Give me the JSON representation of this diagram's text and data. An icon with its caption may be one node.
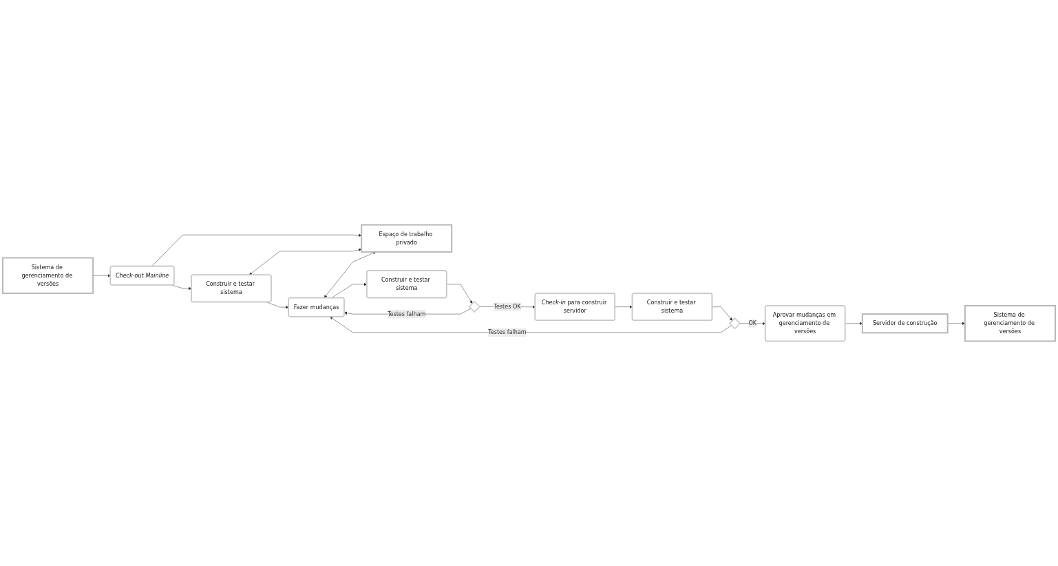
{
  "diagram": {
    "nodes": [
      {
        "text": [
          "Sistema de gerenciamento de versões"
        ]
      },
      {
        "text": [
          "Espaço de trabalho privado"
        ]
      },
      {
        "text": [
          "Check-out Mainline"
        ]
      },
      {
        "text": [
          "Construir e testar sistema"
        ]
      },
      {
        "text": [
          "Fazer mudanças"
        ]
      },
      {
        "text": [
          "Construir e testar sistema"
        ]
      },
      {
        "text": [],
        "shape": "diamond"
      },
      {
        "text": [
          "*Check-in* para construir servidor"
        ]
      },
      {
        "text": [
          "Construir e testar sistema"
        ]
      },
      {
        "text": [],
        "shape": "diamond"
      },
      {
        "text": [
          "Aprovar mudanças em gerenciamento de versões"
        ]
      },
      {
        "text": [
          "Servidor de construção"
        ]
      },
      {
        "text": [
          "Sistema de gerenciamento de versões"
        ]
      }
    ],
    "edges": [
      {
        "from": 0,
        "to": 2,
        "arrow": "to"
      },
      {
        "from": 2,
        "to": 1,
        "arrow": "to"
      },
      {
        "from": 2,
        "to": 3,
        "arrow": "to"
      },
      {
        "from": 3,
        "to": 1,
        "arrow": "both"
      },
      {
        "from": 4,
        "to": 1,
        "arrow": "both"
      },
      {
        "from": 3,
        "to": 4,
        "arrow": "to"
      },
      {
        "from": 4,
        "to": 5,
        "arrow": "to"
      },
      {
        "from": 5,
        "to": 6,
        "arrow": "to"
      },
      {
        "from": 6,
        "to": 4,
        "arrow": "to",
        "label": "Testes falham"
      },
      {
        "from": 6,
        "to": 7,
        "arrow": "to",
        "label": "Testes OK"
      },
      {
        "from": 7,
        "to": 8,
        "arrow": "to"
      },
      {
        "from": 8,
        "to": 9,
        "arrow": "to"
      },
      {
        "from": 9,
        "to": 4,
        "arrow": "to",
        "label": "Testes falham"
      },
      {
        "from": 9,
        "to": 10,
        "arrow": "to",
        "label": "OK"
      },
      {
        "from": 10,
        "to": 11,
        "arrow": "to"
      },
      {
        "from": 11,
        "to": 12,
        "arrow": "to"
      }
    ]
  }
}
